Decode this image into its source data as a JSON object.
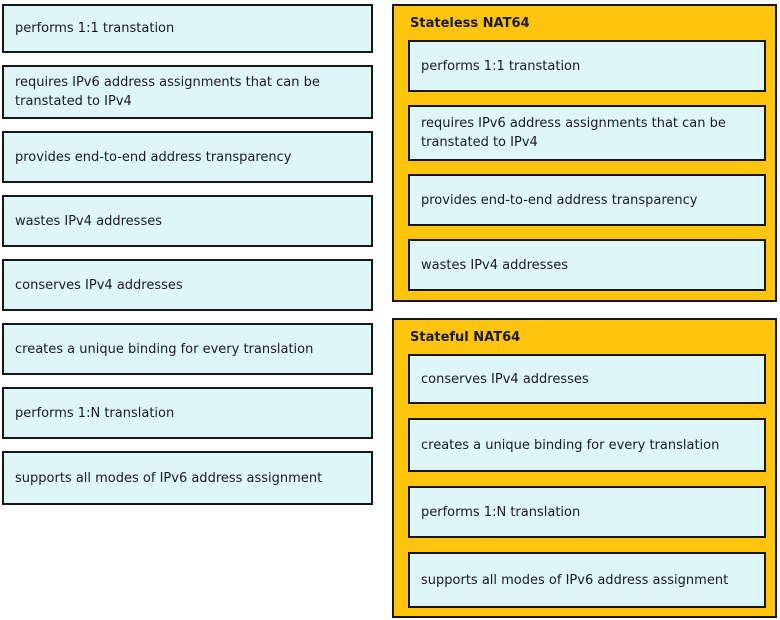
{
  "palette": {
    "container_fill": "#FFC40C",
    "item_fill": "#DFF6F9",
    "border": "#161616",
    "text": "#1A1A21",
    "background": "#FFFFFF"
  },
  "source_list": {
    "items": [
      {
        "label": "performs 1:1 transtation"
      },
      {
        "label": "requires IPv6 address assignments that can be transtated to IPv4"
      },
      {
        "label": "provides end-to-end address transparency"
      },
      {
        "label": "wastes IPv4 addresses"
      },
      {
        "label": "conserves IPv4 addresses"
      },
      {
        "label": "creates a unique binding for every translation"
      },
      {
        "label": "performs 1:N translation"
      },
      {
        "label": "supports all modes of IPv6 address assignment"
      }
    ]
  },
  "targets": [
    {
      "title": "Stateless NAT64",
      "items": [
        {
          "label": "performs 1:1 transtation"
        },
        {
          "label": "requires IPv6 address assignments that can be transtated to IPv4"
        },
        {
          "label": "provides end-to-end address transparency"
        },
        {
          "label": "wastes IPv4 addresses"
        }
      ]
    },
    {
      "title": "Stateful NAT64",
      "items": [
        {
          "label": "conserves IPv4 addresses"
        },
        {
          "label": "creates a unique binding for every translation"
        },
        {
          "label": "performs 1:N translation"
        },
        {
          "label": "supports all modes of IPv6 address assignment"
        }
      ]
    }
  ]
}
